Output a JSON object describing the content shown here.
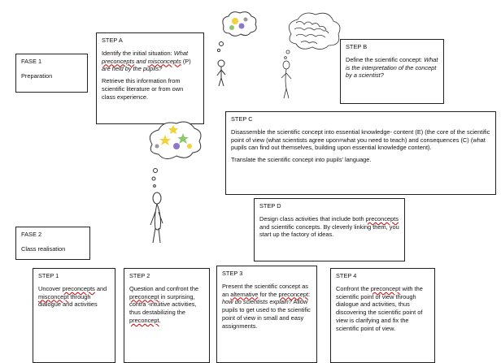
{
  "fase1": {
    "title": "FASE 1",
    "text": "Preparation"
  },
  "stepA": {
    "title": "STEP A",
    "p1_a": "Identify the initial situation: ",
    "p1_b": "What",
    "p1_c": "preconcepts",
    "p1_d": " and ",
    "p1_e": "misconcepts",
    "p1_f": " (P)",
    "p1_g": "are held by the pupils?",
    "p2": "Retrieve this information from scientific literature or from own class experience."
  },
  "stepB": {
    "title": "STEP B",
    "text_a": "Define the scientific concept: ",
    "text_b": "What is the interpretation of the concept by a scientist?"
  },
  "stepC": {
    "title": "STEP C",
    "p1": "Disassemble the scientific concept into essential knowledge- content (E) (the core of the scientific point of view (what scientists agree upon=what you need to teach)  and consequences (C) (what pupils can find out themselves, building upon essential knowledge content).",
    "p2": "Translate the scientific concept into pupils' language."
  },
  "stepD": {
    "title": "STEP D",
    "text_a": "Design class activities that include both ",
    "text_b": "preconcepts",
    "text_c": " and scientific concepts. By cleverly linking them, you start up the factory of ideas."
  },
  "fase2": {
    "title": "FASE 2",
    "text": "Class realisation"
  },
  "step1": {
    "title": "STEP 1",
    "a": "Uncover ",
    "b": "preconcepts",
    "c": " and ",
    "d": "misconcept",
    "e": " through dialogue and activities"
  },
  "step2": {
    "title": "STEP 2",
    "a": "Question and confront the ",
    "b": "preconcept",
    "c": " in surprising, contra  -intuitive  activities, thus destabilizing the ",
    "d": "preconcept",
    "e": "."
  },
  "step3": {
    "title": "STEP 3",
    "a": "Present the scientific concept as an ",
    "b": "alternative",
    "c": " for the ",
    "d": "preconcept",
    "e": ": ",
    "f": "how do scientists explain?",
    "g": "  Allow pupils to get used to the scientific point of view in small and easy assignments."
  },
  "step4": {
    "title": "STEP 4",
    "a": "Confront the ",
    "b": "preconcept",
    "c": " with the scientific point of view through dialogue and activities, thus discovering the scientific point of view is clarifying and fix the scientific point of view."
  },
  "colors": {
    "border": "#222222",
    "spellcheck_underline": "#cc0000",
    "cloud_yellow": "#f2d23a",
    "cloud_purple": "#8d77c8",
    "cloud_green": "#8cc86a"
  }
}
